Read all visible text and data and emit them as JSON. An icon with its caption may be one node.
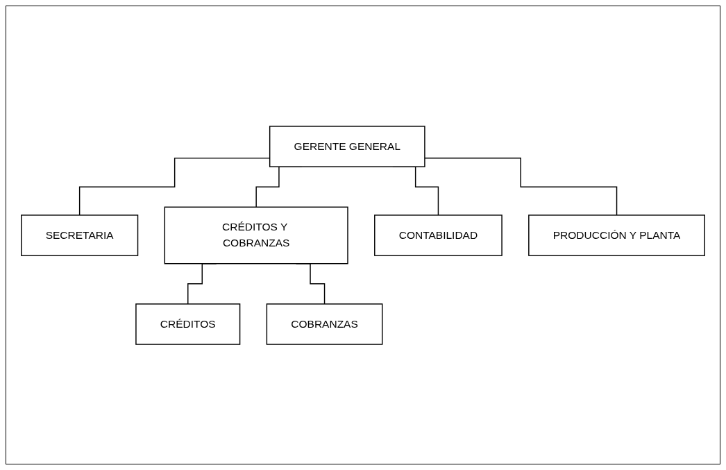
{
  "diagram": {
    "nodes": [
      {
        "text": [
          "GERENTE GENERAL"
        ]
      },
      {
        "text": [
          "SECRETARIA"
        ]
      },
      {
        "text": [
          "CRÉDITOS Y COBRANZAS"
        ]
      },
      {
        "text": [
          "CONTABILIDAD"
        ]
      },
      {
        "text": [
          "PRODUCCIÓN Y PLANTA"
        ]
      },
      {
        "text": [
          "CRÉDITOS"
        ]
      },
      {
        "text": [
          "COBRANZAS"
        ]
      }
    ],
    "edges": [
      {
        "from": 0,
        "to": 1,
        "arrow": "none"
      },
      {
        "from": 0,
        "to": 2,
        "arrow": "none"
      },
      {
        "from": 0,
        "to": 3,
        "arrow": "none"
      },
      {
        "from": 0,
        "to": 4,
        "arrow": "none"
      },
      {
        "from": 2,
        "to": 5,
        "arrow": "none"
      },
      {
        "from": 2,
        "to": 6,
        "arrow": "none"
      }
    ]
  }
}
